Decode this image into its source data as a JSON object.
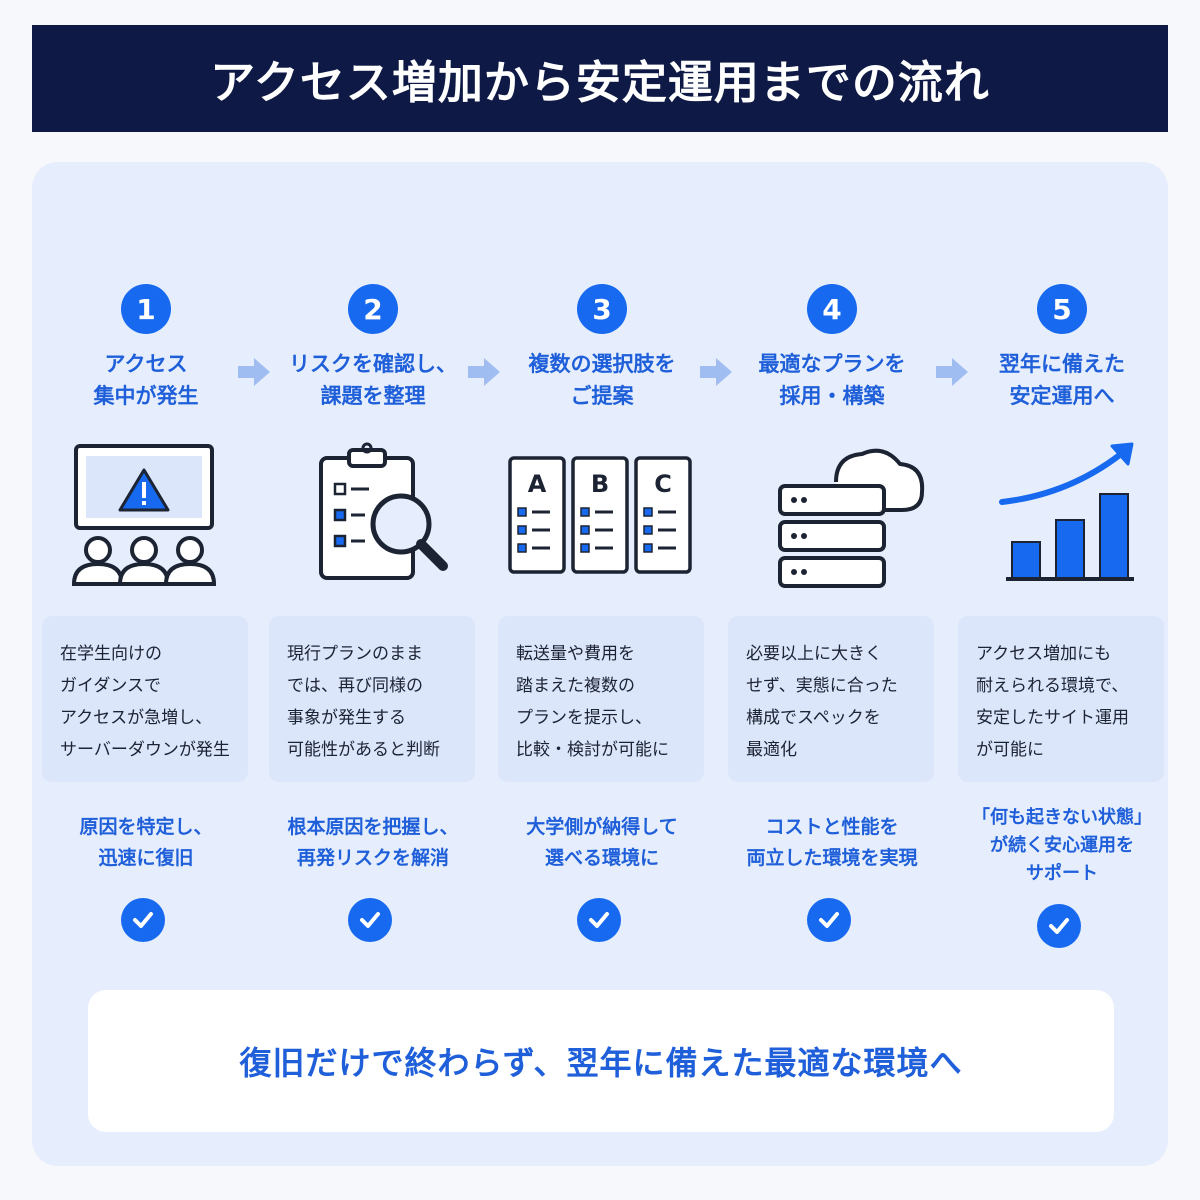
{
  "header": {
    "title": "アクセス増加から安定運用までの流れ"
  },
  "steps": [
    {
      "number": "1",
      "title": "アクセス\n集中が発生",
      "icon": "warning-monitor-audience-icon",
      "description": "在学生向けの\nガイダンスで\nアクセスが急増し、\nサーバーダウンが発生",
      "result": "原因を特定し、\n迅速に復旧"
    },
    {
      "number": "2",
      "title": "リスクを確認し、\n課題を整理",
      "icon": "clipboard-magnifier-icon",
      "description": "現行プランのまま\nでは、再び同様の\n事象が発生する\n可能性があると判断",
      "result": "根本原因を把握し、\n再発リスクを解消"
    },
    {
      "number": "3",
      "title": "複数の選択肢を\nご提案",
      "icon": "abc-plan-cards-icon",
      "card_labels": [
        "A",
        "B",
        "C"
      ],
      "description": "転送量や費用を\n踏まえた複数の\nプランを提示し、\n比較・検討が可能に",
      "result": "大学側が納得して\n選べる環境に"
    },
    {
      "number": "4",
      "title": "最適なプランを\n採用・構築",
      "icon": "cloud-server-icon",
      "description": "必要以上に大きく\nせず、実態に合った\n構成でスペックを\n最適化",
      "result": "コストと性能を\n両立した環境を実現"
    },
    {
      "number": "5",
      "title": "翌年に備えた\n安定運用へ",
      "icon": "growth-bar-chart-icon",
      "description": "アクセス増加にも\n耐えられる環境で、\n安定したサイト運用\nが可能に",
      "result": "「何も起きない状態」\nが続く安心運用を\nサポート"
    }
  ],
  "footer": {
    "message": "復旧だけで終わらず、翌年に備えた最適な環境へ"
  },
  "colors": {
    "header_bg": "#0e1a45",
    "panel_bg": "#e6eefd",
    "accent": "#1769f0",
    "text_blue": "#1f5fd9",
    "arrow": "#9fbdf1"
  }
}
